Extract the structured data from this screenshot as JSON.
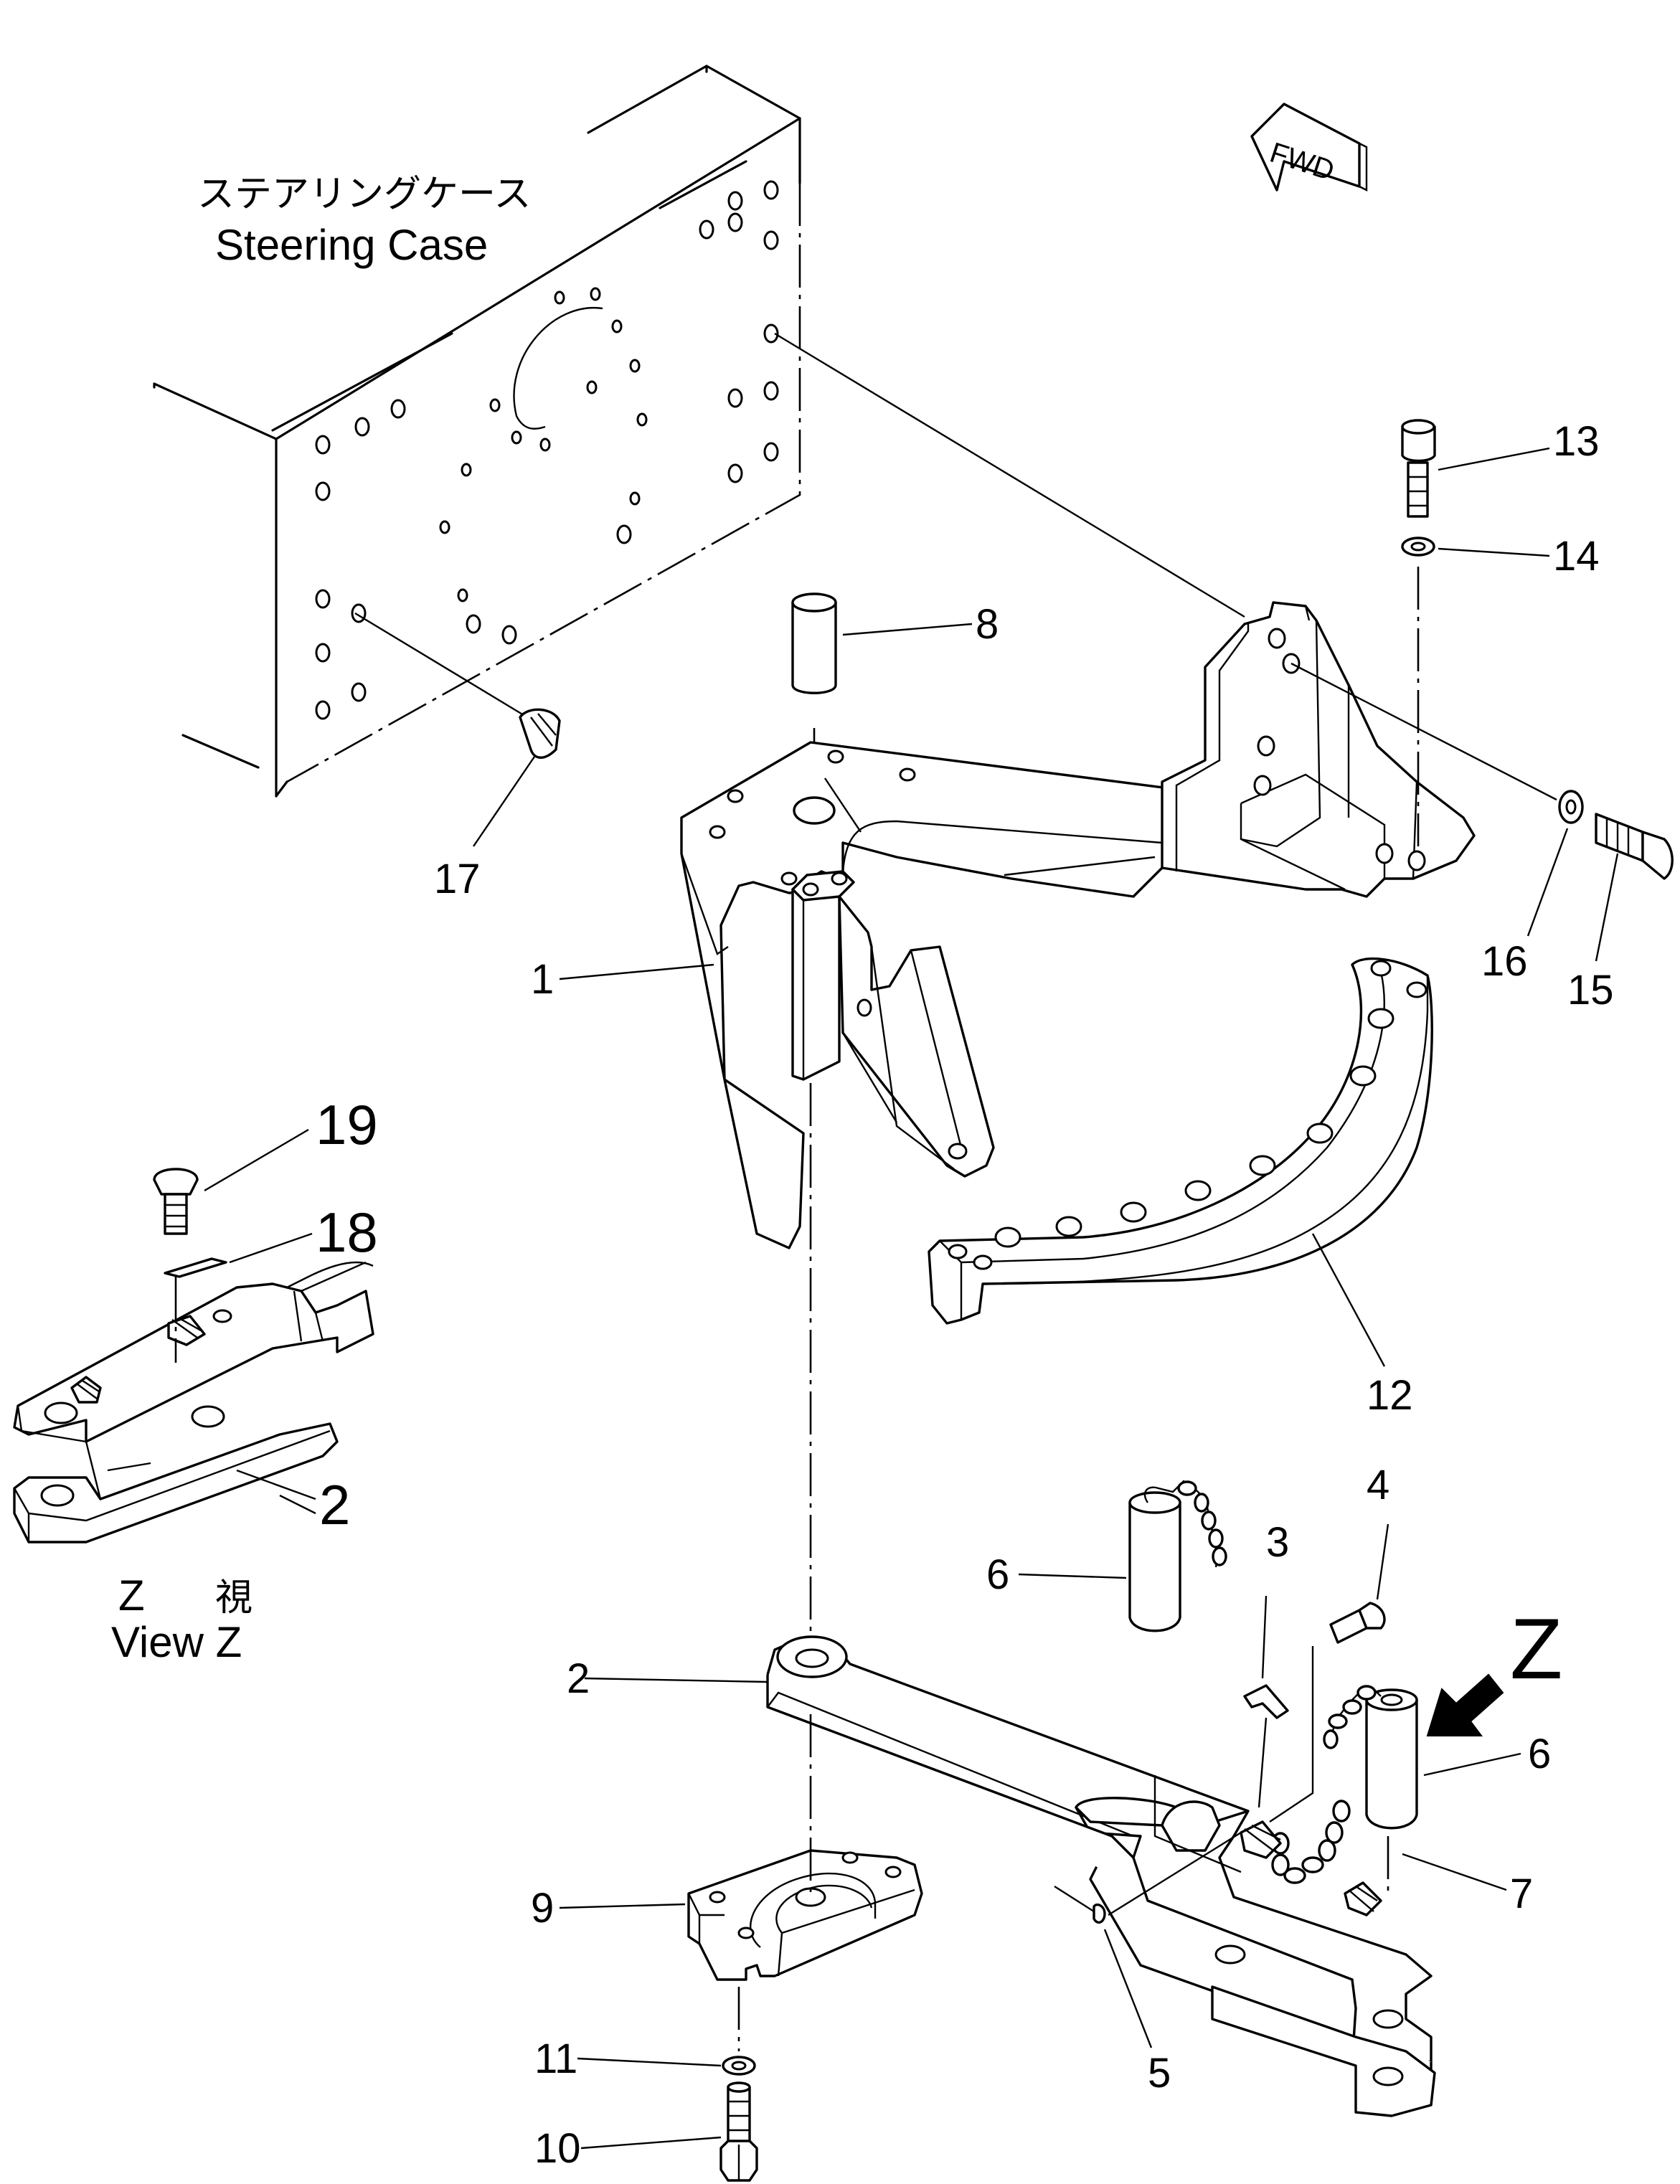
{
  "steering_case": {
    "label_jp": "ステアリングケース",
    "label_en": "Steering Case"
  },
  "fwd_arrow": {
    "label": "FWD"
  },
  "view_z": {
    "label_jp_z": "Z",
    "label_jp_view": "視",
    "label_en": "View Z",
    "arrow_letter": "Z"
  },
  "callouts": [
    {
      "id": "1",
      "label": "1"
    },
    {
      "id": "2",
      "label": "2"
    },
    {
      "id": "2b",
      "label": "2"
    },
    {
      "id": "3",
      "label": "3"
    },
    {
      "id": "4",
      "label": "4"
    },
    {
      "id": "5",
      "label": "5"
    },
    {
      "id": "6",
      "label": "6"
    },
    {
      "id": "6b",
      "label": "6"
    },
    {
      "id": "7",
      "label": "7"
    },
    {
      "id": "8",
      "label": "8"
    },
    {
      "id": "9",
      "label": "9"
    },
    {
      "id": "10",
      "label": "10"
    },
    {
      "id": "11",
      "label": "11"
    },
    {
      "id": "12",
      "label": "12"
    },
    {
      "id": "13",
      "label": "13"
    },
    {
      "id": "14",
      "label": "14"
    },
    {
      "id": "15",
      "label": "15"
    },
    {
      "id": "16",
      "label": "16"
    },
    {
      "id": "17",
      "label": "17"
    },
    {
      "id": "18",
      "label": "18"
    },
    {
      "id": "19",
      "label": "19"
    }
  ]
}
